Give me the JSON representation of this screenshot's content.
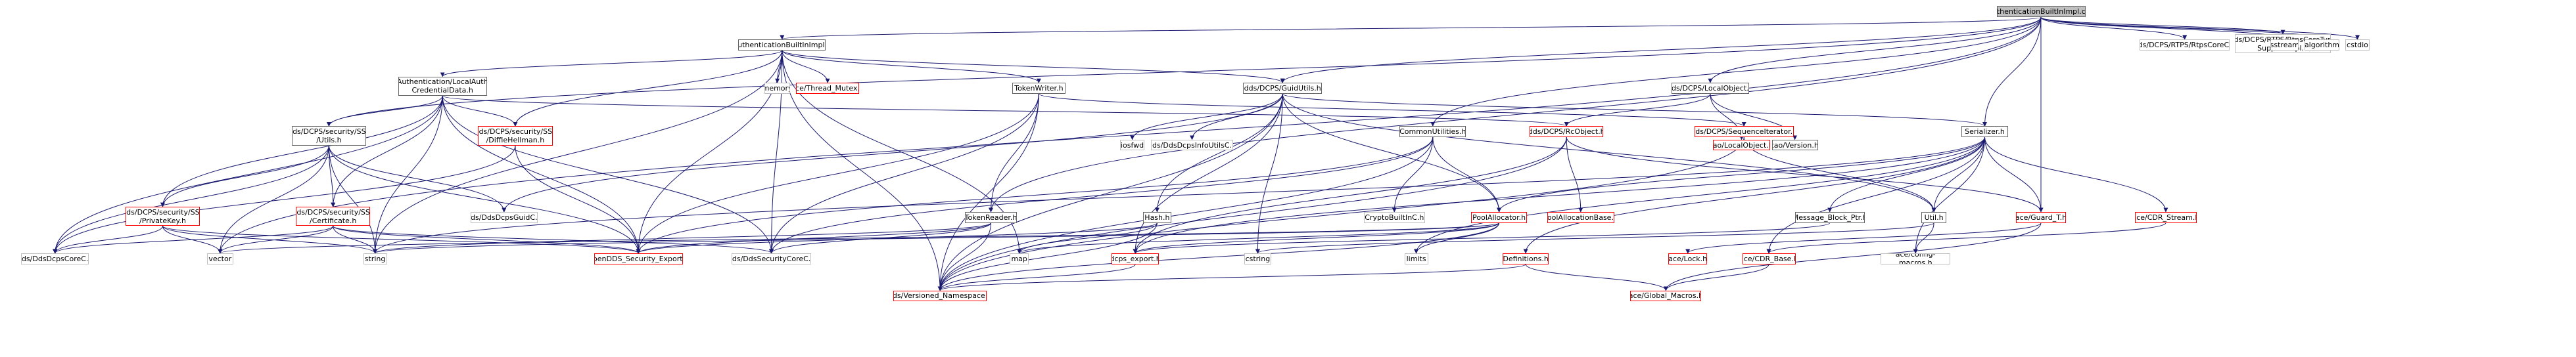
{
  "colors": {
    "edge": "#191970",
    "node_border": "#666666",
    "red_border": "#ff0000",
    "root_fill": "#bfbfbf",
    "system_text": "#000000"
  },
  "nodes": [
    {
      "id": "root",
      "label": "AuthenticationBuiltInImpl.cpp",
      "kind": "root"
    },
    {
      "id": "abih",
      "label": "AuthenticationBuiltInImpl.h",
      "kind": "doc"
    },
    {
      "id": "rtpscore",
      "label": "dds/DCPS/RTPS/RtpsCoreC.h",
      "kind": "std"
    },
    {
      "id": "rtpstype",
      "label": "dds/DCPS/RTPS/RtpsCoreType\nSupportImpl.h",
      "kind": "std"
    },
    {
      "id": "sstream",
      "label": "sstream",
      "kind": "std"
    },
    {
      "id": "algorithm",
      "label": "algorithm",
      "kind": "std"
    },
    {
      "id": "cstdio",
      "label": "cstdio",
      "kind": "std"
    },
    {
      "id": "lacd",
      "label": "Authentication/LocalAuth\nCredentialData.h",
      "kind": "doc"
    },
    {
      "id": "memory",
      "label": "memory",
      "kind": "std"
    },
    {
      "id": "threadmutex",
      "label": "ace/Thread_Mutex.h",
      "kind": "red"
    },
    {
      "id": "tokenwriter",
      "label": "TokenWriter.h",
      "kind": "doc"
    },
    {
      "id": "guidutils",
      "label": "dds/DCPS/GuidUtils.h",
      "kind": "doc"
    },
    {
      "id": "localobj",
      "label": "dds/DCPS/LocalObject.h",
      "kind": "doc"
    },
    {
      "id": "sslutils",
      "label": "dds/DCPS/security/SSL\n/Utils.h",
      "kind": "doc"
    },
    {
      "id": "diffie",
      "label": "dds/DCPS/security/SSL\n/DiffieHellman.h",
      "kind": "red"
    },
    {
      "id": "iosfwd",
      "label": "iosfwd",
      "kind": "std"
    },
    {
      "id": "infoutils",
      "label": "dds/DdsDcpsInfoUtilsC.h",
      "kind": "std"
    },
    {
      "id": "commonutils",
      "label": "CommonUtilities.h",
      "kind": "doc"
    },
    {
      "id": "rcobject",
      "label": "dds/DCPS/RcObject.h",
      "kind": "red"
    },
    {
      "id": "seqiter",
      "label": "dds/DCPS/SequenceIterator.h",
      "kind": "red"
    },
    {
      "id": "taolocal",
      "label": "tao/LocalObject.h",
      "kind": "red"
    },
    {
      "id": "taoversion",
      "label": "tao/Version.h",
      "kind": "doc"
    },
    {
      "id": "serializer",
      "label": "Serializer.h",
      "kind": "doc"
    },
    {
      "id": "privkey",
      "label": "dds/DCPS/security/SSL\n/PrivateKey.h",
      "kind": "red"
    },
    {
      "id": "cert",
      "label": "dds/DCPS/security/SSL\n/Certificate.h",
      "kind": "red"
    },
    {
      "id": "guidc",
      "label": "dds/DdsDcpsGuidC.h",
      "kind": "std"
    },
    {
      "id": "tokenreader",
      "label": "TokenReader.h",
      "kind": "doc"
    },
    {
      "id": "hash",
      "label": "Hash.h",
      "kind": "doc"
    },
    {
      "id": "cryptobuiltin",
      "label": "CryptoBuiltInC.h",
      "kind": "std"
    },
    {
      "id": "poolalloc",
      "label": "PoolAllocator.h",
      "kind": "red"
    },
    {
      "id": "poolbase",
      "label": "PoolAllocationBase.h",
      "kind": "red"
    },
    {
      "id": "msgblock",
      "label": "Message_Block_Ptr.h",
      "kind": "doc"
    },
    {
      "id": "utilh",
      "label": "Util.h",
      "kind": "doc"
    },
    {
      "id": "aceguard",
      "label": "ace/Guard_T.h",
      "kind": "red"
    },
    {
      "id": "acecdrstream",
      "label": "ace/CDR_Stream.h",
      "kind": "red"
    },
    {
      "id": "dcpscore",
      "label": "dds/DdsDcpsCoreC.h",
      "kind": "std"
    },
    {
      "id": "vector",
      "label": "vector",
      "kind": "std"
    },
    {
      "id": "string",
      "label": "string",
      "kind": "std"
    },
    {
      "id": "opendds",
      "label": "OpenDDS_Security_Export.h",
      "kind": "red"
    },
    {
      "id": "seccore",
      "label": "dds/DdsSecurityCoreC.h",
      "kind": "std"
    },
    {
      "id": "map",
      "label": "map",
      "kind": "std"
    },
    {
      "id": "dcpsexport",
      "label": "dcps_export.h",
      "kind": "red"
    },
    {
      "id": "cstring",
      "label": "cstring",
      "kind": "std"
    },
    {
      "id": "limits",
      "label": "limits",
      "kind": "std"
    },
    {
      "id": "definitions",
      "label": "Definitions.h",
      "kind": "red"
    },
    {
      "id": "acelock",
      "label": "ace/Lock.h",
      "kind": "red"
    },
    {
      "id": "acecdrbase",
      "label": "ace/CDR_Base.h",
      "kind": "red"
    },
    {
      "id": "aceconfig",
      "label": "ace/config-macros.h",
      "kind": "std"
    },
    {
      "id": "versioned",
      "label": "dds/Versioned_Namespace.h",
      "kind": "red"
    },
    {
      "id": "aceglobal",
      "label": "ace/Global_Macros.h",
      "kind": "red"
    }
  ],
  "edges": [
    [
      "root",
      "abih"
    ],
    [
      "root",
      "rtpscore"
    ],
    [
      "root",
      "rtpstype"
    ],
    [
      "root",
      "sstream"
    ],
    [
      "root",
      "algorithm"
    ],
    [
      "root",
      "cstdio"
    ],
    [
      "root",
      "guidutils"
    ],
    [
      "root",
      "localobj"
    ],
    [
      "root",
      "sslutils"
    ],
    [
      "root",
      "serializer"
    ],
    [
      "root",
      "commonutils"
    ],
    [
      "root",
      "tokenreader"
    ],
    [
      "root",
      "aceguard"
    ],
    [
      "root",
      "vector"
    ],
    [
      "abih",
      "lacd"
    ],
    [
      "abih",
      "memory"
    ],
    [
      "abih",
      "threadmutex"
    ],
    [
      "abih",
      "tokenwriter"
    ],
    [
      "abih",
      "guidutils"
    ],
    [
      "abih",
      "diffie"
    ],
    [
      "abih",
      "opendds"
    ],
    [
      "abih",
      "seccore"
    ],
    [
      "abih",
      "string"
    ],
    [
      "abih",
      "map"
    ],
    [
      "abih",
      "versioned"
    ],
    [
      "lacd",
      "sslutils"
    ],
    [
      "lacd",
      "diffie"
    ],
    [
      "lacd",
      "privkey"
    ],
    [
      "lacd",
      "cert"
    ],
    [
      "lacd",
      "dcpscore"
    ],
    [
      "lacd",
      "seccore"
    ],
    [
      "lacd",
      "string"
    ],
    [
      "lacd",
      "opendds"
    ],
    [
      "lacd",
      "rcobject"
    ],
    [
      "tokenwriter",
      "tokenreader"
    ],
    [
      "tokenwriter",
      "seqiter"
    ],
    [
      "tokenwriter",
      "opendds"
    ],
    [
      "tokenwriter",
      "seccore"
    ],
    [
      "tokenwriter",
      "versioned"
    ],
    [
      "guidutils",
      "serializer"
    ],
    [
      "guidutils",
      "iosfwd"
    ],
    [
      "guidutils",
      "infoutils"
    ],
    [
      "guidutils",
      "hash"
    ],
    [
      "guidutils",
      "poolalloc"
    ],
    [
      "guidutils",
      "dcpsexport"
    ],
    [
      "guidutils",
      "cstring"
    ],
    [
      "guidutils",
      "utilh"
    ],
    [
      "guidutils",
      "versioned"
    ],
    [
      "guidutils",
      "guidc"
    ],
    [
      "localobj",
      "rcobject"
    ],
    [
      "localobj",
      "taolocal"
    ],
    [
      "localobj",
      "taoversion"
    ],
    [
      "sslutils",
      "privkey"
    ],
    [
      "sslutils",
      "cert"
    ],
    [
      "sslutils",
      "dcpscore"
    ],
    [
      "sslutils",
      "guidc"
    ],
    [
      "sslutils",
      "opendds"
    ],
    [
      "sslutils",
      "string"
    ],
    [
      "sslutils",
      "vector"
    ],
    [
      "diffie",
      "opendds"
    ],
    [
      "diffie",
      "dcpscore"
    ],
    [
      "commonutils",
      "cryptobuiltin"
    ],
    [
      "commonutils",
      "poolalloc"
    ],
    [
      "commonutils",
      "seccore"
    ],
    [
      "commonutils",
      "opendds"
    ],
    [
      "commonutils",
      "versioned"
    ],
    [
      "rcobject",
      "poolbase"
    ],
    [
      "rcobject",
      "dcpsexport"
    ],
    [
      "rcobject",
      "versioned"
    ],
    [
      "rcobject",
      "aceguard"
    ],
    [
      "seqiter",
      "utilh"
    ],
    [
      "seqiter",
      "versioned"
    ],
    [
      "serializer",
      "poolalloc"
    ],
    [
      "serializer",
      "msgblock"
    ],
    [
      "serializer",
      "utilh"
    ],
    [
      "serializer",
      "aceguard"
    ],
    [
      "serializer",
      "acecdrstream"
    ],
    [
      "serializer",
      "acecdrbase"
    ],
    [
      "serializer",
      "definitions"
    ],
    [
      "serializer",
      "dcpsexport"
    ],
    [
      "serializer",
      "limits"
    ],
    [
      "serializer",
      "aceconfig"
    ],
    [
      "serializer",
      "string"
    ],
    [
      "privkey",
      "dcpscore"
    ],
    [
      "privkey",
      "vector"
    ],
    [
      "privkey",
      "string"
    ],
    [
      "privkey",
      "opendds"
    ],
    [
      "cert",
      "dcpscore"
    ],
    [
      "cert",
      "vector"
    ],
    [
      "cert",
      "string"
    ],
    [
      "cert",
      "opendds"
    ],
    [
      "cert",
      "seccore"
    ],
    [
      "tokenreader",
      "opendds"
    ],
    [
      "tokenreader",
      "seccore"
    ],
    [
      "tokenreader",
      "string"
    ],
    [
      "tokenreader",
      "versioned"
    ],
    [
      "hash",
      "map"
    ],
    [
      "hash",
      "versioned"
    ],
    [
      "hash",
      "opendds"
    ],
    [
      "poolalloc",
      "string"
    ],
    [
      "poolalloc",
      "map"
    ],
    [
      "poolalloc",
      "vector"
    ],
    [
      "poolalloc",
      "limits"
    ],
    [
      "poolalloc",
      "dcpsexport"
    ],
    [
      "poolalloc",
      "versioned"
    ],
    [
      "msgblock",
      "dcpsexport"
    ],
    [
      "utilh",
      "cstring"
    ],
    [
      "utilh",
      "aceconfig"
    ],
    [
      "aceguard",
      "acelock"
    ],
    [
      "aceguard",
      "aceglobal"
    ],
    [
      "acecdrstream",
      "acecdrbase"
    ],
    [
      "acecdrbase",
      "aceglobal"
    ],
    [
      "definitions",
      "versioned"
    ],
    [
      "definitions",
      "aceglobal"
    ],
    [
      "dcpsexport",
      "versioned"
    ]
  ]
}
